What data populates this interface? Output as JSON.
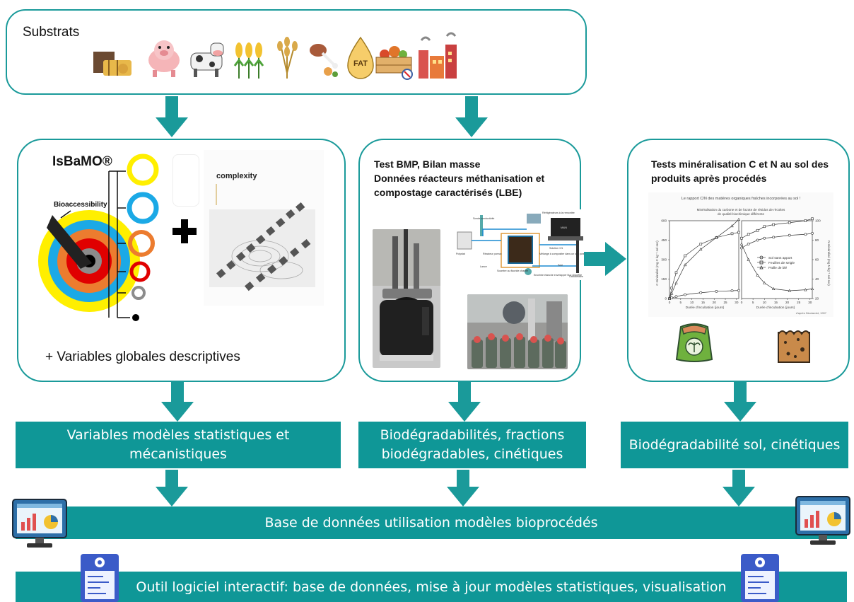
{
  "substrates": {
    "title": "Substrats",
    "icons": [
      "straw-bale-icon",
      "pig-icon",
      "cow-icon",
      "corn-icon",
      "wheat-icon",
      "meat-bone-icon",
      "fat-icon",
      "vegetable-crate-icon",
      "factory-icon"
    ],
    "fat_label": "FAT"
  },
  "isbamo": {
    "title": "IsBaMO®",
    "bioaccessibility_label": "Bioaccessibility",
    "complexity_label": "complexity",
    "footer": "+ Variables globales descriptives",
    "fraction_colors": [
      "#ffef00",
      "#1ba9e6",
      "#ec7c2f",
      "#e00000",
      "#8c8c8c",
      "#000000"
    ]
  },
  "bmp": {
    "title_line1": "Test BMP, Bilan masse",
    "title_line2": "Données réacteurs méthanisation et",
    "title_line3": "compostage caractérisés (LBE)",
    "schematic_labels": [
      "Sonde conductivité",
      "Réfrigérateurs à la remontée",
      "MAIN",
      "Solution 1%",
      "Mélange à compositer dans un sac poreux",
      "Sole",
      "Réacteur poreux",
      "Polystat",
      "Lance",
      "Soumtre au fluoride chauffé",
      "Enceinte étanche envelopper fluo chauffée",
      "Gaduamaire"
    ]
  },
  "mineralisation": {
    "title_line1": "Tests minéralisation C et N au sol des",
    "title_line2": "produits après procédés",
    "figure_caption": "Le rapport C/N des matières organiques fraîches incorporées au sol !",
    "figure_title_line1": "Minéralisation du carbone et de l'azote de résidus de récoltes",
    "figure_title_line2": "de qualité biochimique différente",
    "ylabel_left": "C minéralisé (mg C kg⁻¹ sol sec)",
    "ylabel_right": "N minéralisé (mg N kg⁻¹ sol sec)",
    "xlabel": "Durée d'incubation (jours)",
    "legend": [
      "Sol sans apport",
      "Feuilles de seigle",
      "Paille de blé"
    ],
    "source": "d'après Nicolardot, 1997"
  },
  "bands": {
    "variables_line1": "Variables modèles statistiques et",
    "variables_line2": "mécanistiques",
    "biodeg_line1": "Biodégradabilités, fractions",
    "biodeg_line2": "biodégradables, cinétiques",
    "soil": "Biodégradabilité sol, cinétiques",
    "database": "Base de données utilisation modèles bioprocédés",
    "tool": "Outil logiciel interactif: base de données, mise à jour modèles statistiques, visualisation"
  },
  "chart_data": [
    {
      "type": "line",
      "x": [
        0,
        1,
        3,
        7,
        14,
        21,
        28,
        31
      ],
      "series": [
        {
          "name": "Sol sans apport",
          "values": [
            0,
            5,
            15,
            30,
            45,
            55,
            60,
            62
          ]
        },
        {
          "name": "Feuilles de seigle",
          "values": [
            0,
            80,
            200,
            330,
            420,
            470,
            500,
            510
          ]
        },
        {
          "name": "Paille de blé",
          "values": [
            0,
            40,
            120,
            260,
            380,
            470,
            560,
            610
          ]
        }
      ],
      "xlabel": "Durée d'incubation (jours)",
      "ylabel": "C minéralisé (mg C kg⁻¹ sol sec)",
      "xlim": [
        0,
        31
      ],
      "ylim": [
        0,
        600
      ],
      "x_ticks": [
        0,
        5,
        10,
        15,
        20,
        25,
        30
      ],
      "y_ticks": [
        0,
        150,
        300,
        450,
        600
      ]
    },
    {
      "type": "line",
      "x": [
        0,
        3,
        7,
        10,
        14,
        21,
        28,
        31
      ],
      "series": [
        {
          "name": "Sol sans apport",
          "values": [
            72,
            76,
            80,
            82,
            83,
            85,
            86,
            87
          ]
        },
        {
          "name": "Feuilles de seigle",
          "values": [
            82,
            86,
            90,
            94,
            96,
            98,
            100,
            102
          ]
        },
        {
          "name": "Paille de blé",
          "values": [
            76,
            60,
            44,
            36,
            30,
            28,
            29,
            30
          ]
        }
      ],
      "xlabel": "Durée d'incubation (jours)",
      "ylabel": "N minéralisé (mg N kg⁻¹ sol sec)",
      "xlim": [
        0,
        31
      ],
      "ylim": [
        20,
        100
      ],
      "x_ticks": [
        0,
        5,
        10,
        15,
        20,
        25,
        30
      ],
      "y_ticks": [
        20,
        40,
        60,
        80,
        100
      ]
    }
  ]
}
